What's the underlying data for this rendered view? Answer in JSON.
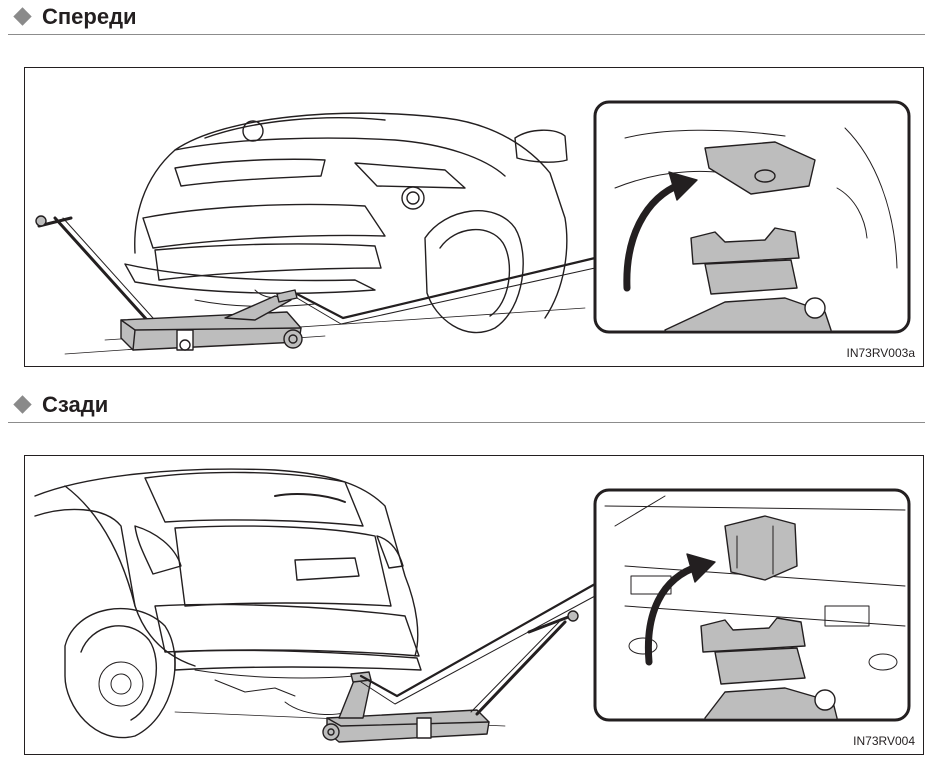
{
  "sections": {
    "front": {
      "title": "Спереди",
      "figure_code": "IN73RV003a",
      "illustration": "front-jack-point-illustration"
    },
    "rear": {
      "title": "Сзади",
      "figure_code": "IN73RV004",
      "illustration": "rear-jack-point-illustration"
    }
  },
  "colors": {
    "text": "#231f20",
    "diamond": "#8a8a8a",
    "jack_fill": "#bdbdbd",
    "line": "#231f20"
  }
}
